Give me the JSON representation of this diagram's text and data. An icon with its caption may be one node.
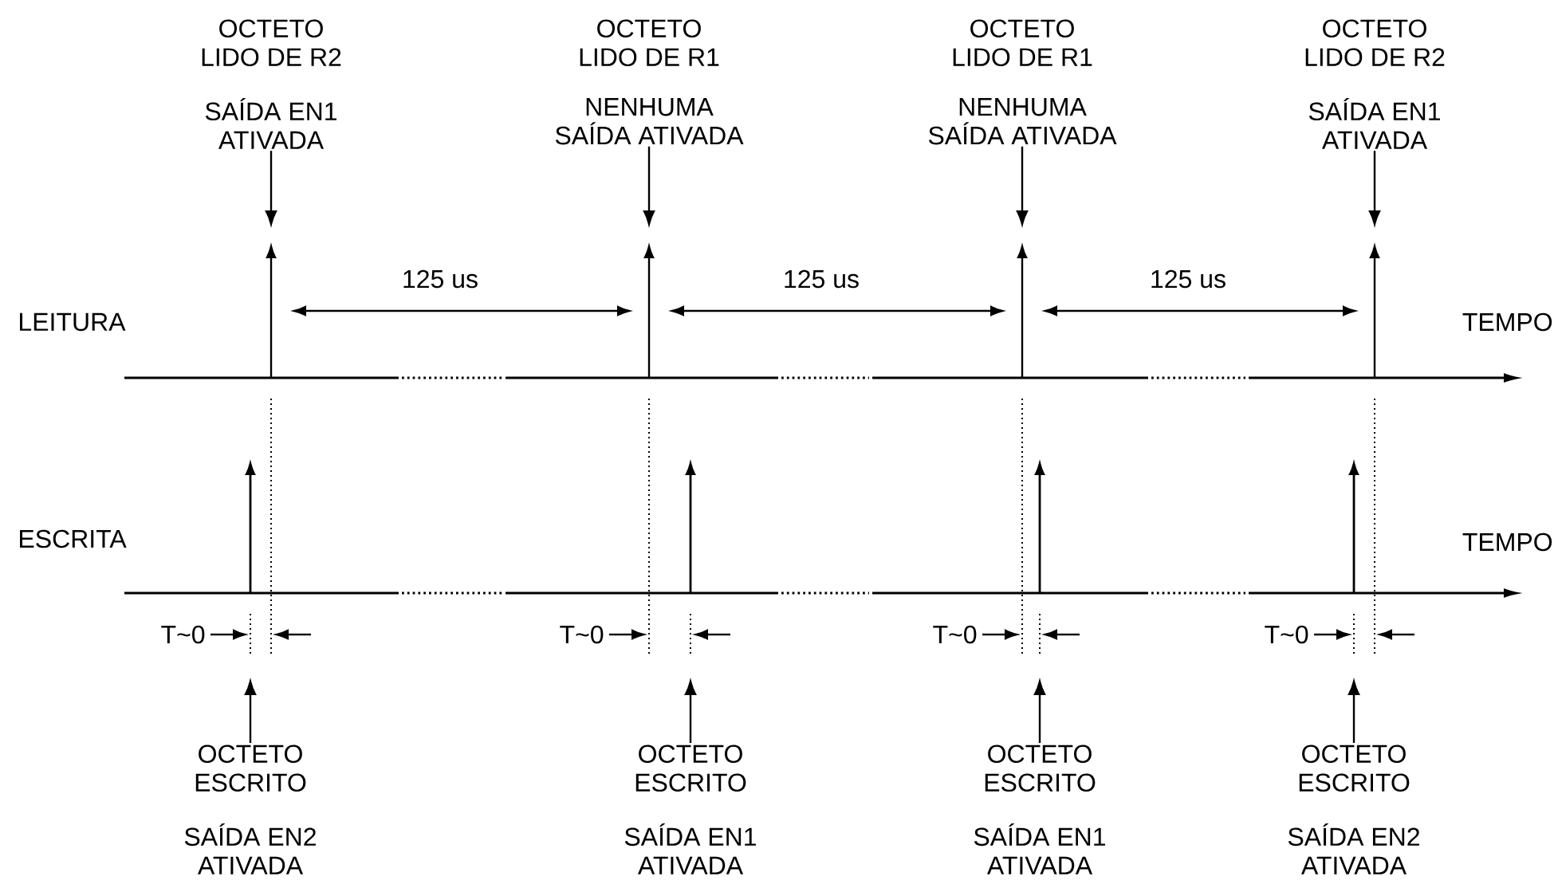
{
  "diagram": {
    "nodes": [
      {
        "text": [
          "OCTETO LIDO DE R2",
          "SAÍDA EN1 ATIVADA"
        ]
      },
      {
        "text": [
          "OCTETO LIDO DE R1",
          "NENHUMA SAÍDA ATIVADA"
        ]
      },
      {
        "text": [
          "OCTETO LIDO DE R1",
          "NENHUMA SAÍDA ATIVADA"
        ]
      },
      {
        "text": [
          "OCTETO LIDO DE R2",
          "SAÍDA EN1 ATIVADA"
        ]
      },
      {
        "text": [
          "OCTETO ESCRITO",
          "SAÍDA EN2 ATIVADA"
        ]
      },
      {
        "text": [
          "OCTETO ESCRITO",
          "SAÍDA EN1 ATIVADA"
        ]
      },
      {
        "text": [
          "OCTETO ESCRITO",
          "SAÍDA EN1 ATIVADA"
        ]
      },
      {
        "text": [
          "OCTETO ESCRITO",
          "SAÍDA EN2 ATIVADA"
        ]
      }
    ],
    "edges": [
      {
        "from": 0,
        "to": null,
        "arrow": "to"
      },
      {
        "from": 1,
        "to": null,
        "arrow": "to"
      },
      {
        "from": 2,
        "to": null,
        "arrow": "to"
      },
      {
        "from": 3,
        "to": null,
        "arrow": "to"
      },
      {
        "from": 4,
        "to": null,
        "arrow": "to"
      },
      {
        "from": 5,
        "to": null,
        "arrow": "to"
      },
      {
        "from": 6,
        "to": null,
        "arrow": "to"
      },
      {
        "from": 7,
        "to": null,
        "arrow": "to"
      }
    ],
    "labels": [
      "125 us",
      "125 us",
      "125 us",
      "LEITURA",
      "TEMPO",
      "ESCRITA",
      "TEMPO",
      "T~0",
      "T~0",
      "T~0",
      "T~0"
    ]
  }
}
